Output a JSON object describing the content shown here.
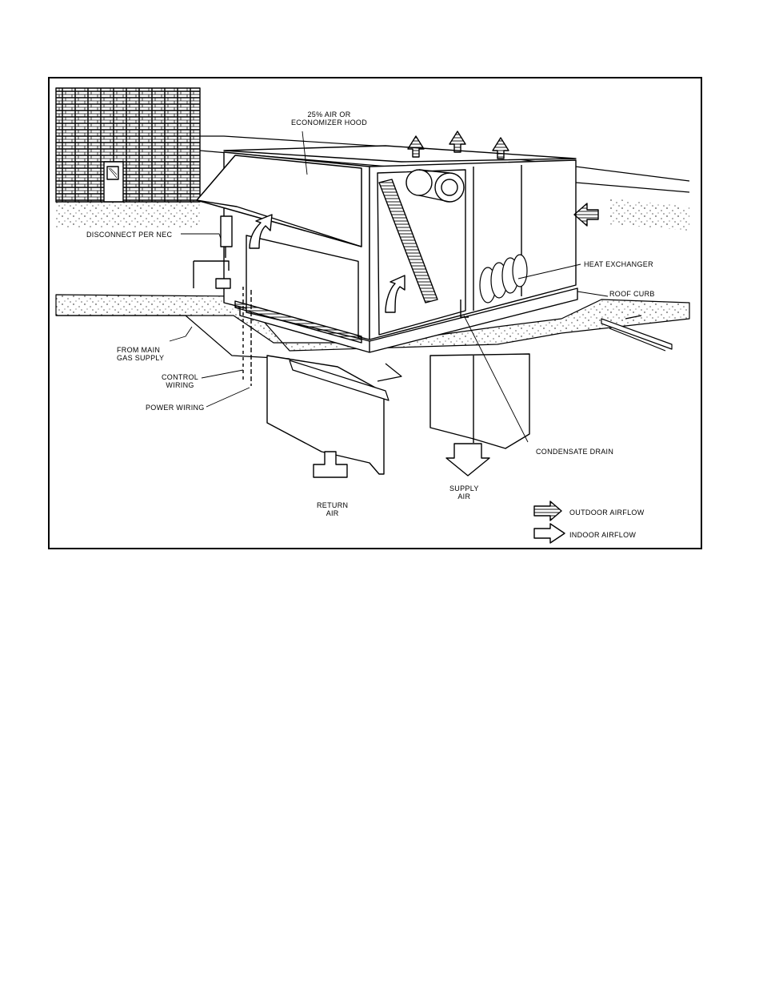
{
  "labels": {
    "hood": "25% AIR OR\nECONOMIZER HOOD",
    "disconnect": "DISCONNECT PER NEC",
    "heat_exchanger": "HEAT EXCHANGER",
    "roof_curb": "ROOF CURB",
    "gas_supply": "FROM MAIN\nGAS SUPPLY",
    "control_wiring": "CONTROL\nWIRING",
    "power_wiring": "POWER WIRING",
    "condensate_drain": "CONDENSATE DRAIN",
    "supply_air": "SUPPLY\nAIR",
    "return_air": "RETURN\nAIR"
  },
  "legend": {
    "outdoor": "OUTDOOR AIRFLOW",
    "indoor": "INDOOR AIRFLOW"
  },
  "colors": {
    "ink": "#000000",
    "paper": "#ffffff"
  }
}
